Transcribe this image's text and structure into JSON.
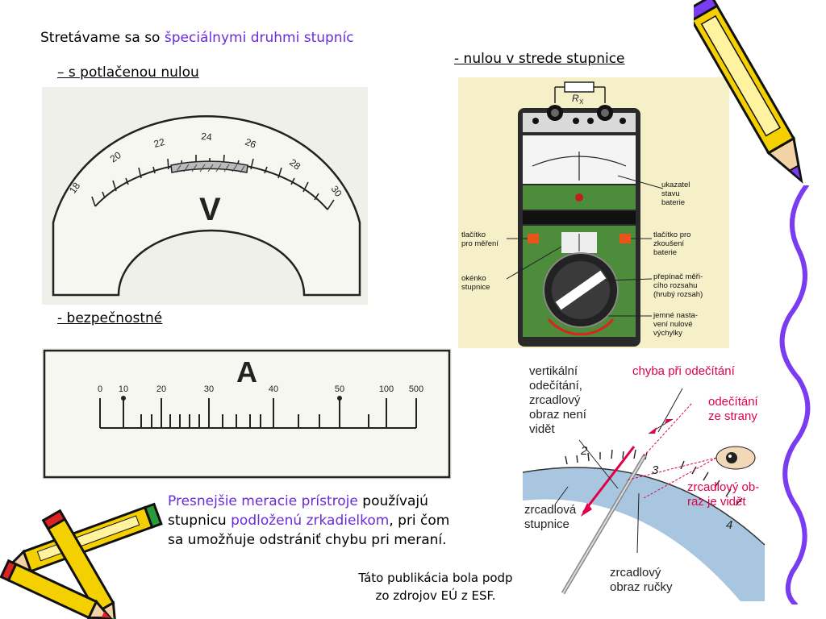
{
  "heading": {
    "prefix": "Stretávame sa so ",
    "highlight": "špeciálnymi druhmi stupníc"
  },
  "item_suppressed_zero": "– s potlačenou nulou",
  "item_center_zero": "- nulou v strede stupnice",
  "item_safety": "- bezpečnostné",
  "voltmeter": {
    "symbol": "V",
    "ticks": [
      "18",
      "20",
      "22",
      "24",
      "26",
      "28",
      "30"
    ]
  },
  "ammeter": {
    "symbol": "A",
    "ticks": [
      "0",
      "10",
      "20",
      "30",
      "40",
      "50",
      "100",
      "500"
    ]
  },
  "multimeter": {
    "resistor_label": "R",
    "resistor_sub": "X",
    "labels": {
      "battery_indicator": "ukazatel\nstavu\nbaterie",
      "measure_button": "tlačítko\npro měření",
      "test_button": "tlačítko pro\nzkoušení\nbaterie",
      "scale_window": "okénko\nstupnice",
      "range_switch": "přepínač měři-\ncího rozsahu\n(hrubý rozsah)",
      "zero_adjust": "jemné nasta-\nvení nulové\nvýchylky"
    }
  },
  "mirror_diagram": {
    "vertical": "vertikální\nodečítání,\nzrcadlový\nobraz není\nvidět",
    "error": "chyba při odečítání",
    "side_reading": "odečítání\nze strany",
    "mirror_visible": "zrcadlový ob-\nraz je vidět",
    "mirror_scale": "zrcadlová\nstupnice",
    "pointer_mirror": "zrcadlový\nobraz ručky",
    "num_2": "2",
    "num_3": "3",
    "num_4": "4"
  },
  "paragraph": {
    "p1_highlight": "Presnejšie meracie prístroje",
    "p1_rest": " používajú",
    "p2_start": "stupnicu ",
    "p2_highlight": "podloženú zrkadielkom",
    "p2_rest": ", pri čom",
    "p3": "sa umožňuje odstrániť chybu pri meraní."
  },
  "footer": {
    "line1": "Táto publikácia bola podp",
    "line2": "zo zdrojov EÚ z ESF."
  },
  "colors": {
    "accent": "#6a2bd9",
    "pencil_yellow": "#f5d000",
    "pencil_purple": "#7a3cf0",
    "squiggle": "#7a3cf0",
    "meter_green": "#4c8c3a",
    "diagram_red": "#e0004a"
  }
}
